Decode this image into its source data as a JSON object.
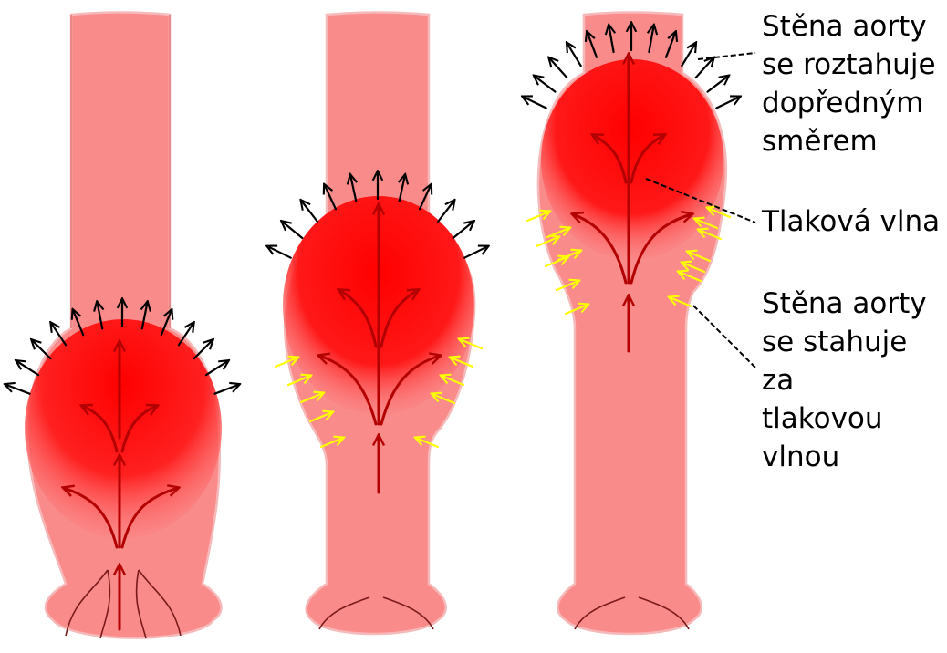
{
  "labels": {
    "wall_expands": "Stěna aorty\nse roztahuje\ndopředným\nsměrem",
    "pressure_wave": "Tlaková vlna",
    "wall_contracts": "Stěna aorty\nse stahuje za\ntlakovou\nvlnou"
  },
  "panels": [
    {
      "id": "stage-1",
      "outward_arrows": 13,
      "inward_arrows": 0
    },
    {
      "id": "stage-2",
      "outward_arrows": 11,
      "inward_arrows": 10
    },
    {
      "id": "stage-3",
      "outward_arrows": 13,
      "inward_arrows": 14
    }
  ],
  "colors": {
    "vessel": "#f98b8b",
    "vessel_edge": "#f6b9b9",
    "pressure_core": "#ff0000",
    "flow_arrow": "#b30000",
    "outward_arrow": "#000000",
    "inward_arrow": "#ffff00"
  }
}
